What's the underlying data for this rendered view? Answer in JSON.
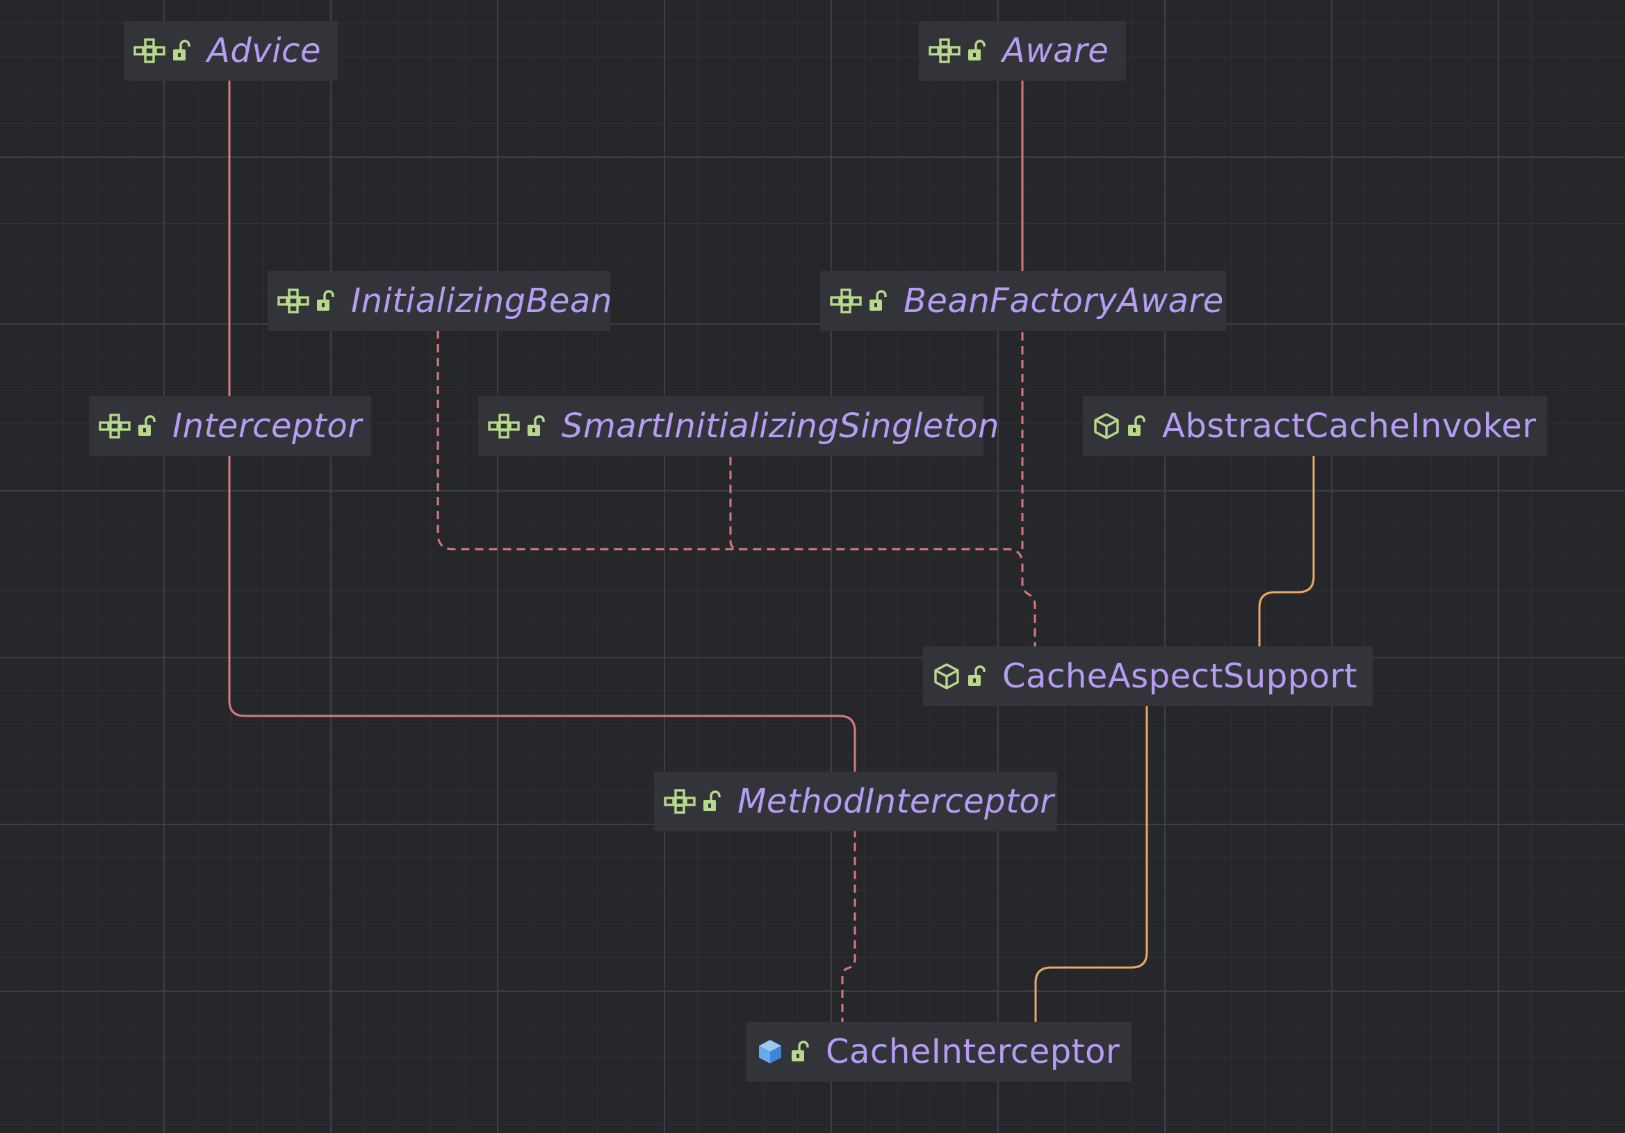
{
  "colors": {
    "background": "#25272b",
    "node_background": "#32343a",
    "label": "#b79cf2",
    "interface_edge": "#d9797d",
    "class_edge": "#e8a869",
    "interface_icon": "#b7d98b",
    "class_icon": "#b7d98b",
    "concrete_class_icon": "#6aa9f0",
    "lock_icon": "#b7d98b"
  },
  "nodes": [
    {
      "id": "advice",
      "label": "Advice",
      "kind": "interface",
      "icon": "interface-icon"
    },
    {
      "id": "aware",
      "label": "Aware",
      "kind": "interface",
      "icon": "interface-icon"
    },
    {
      "id": "initializing-bean",
      "label": "InitializingBean",
      "kind": "interface",
      "icon": "interface-icon"
    },
    {
      "id": "bean-factory-aware",
      "label": "BeanFactoryAware",
      "kind": "interface",
      "icon": "interface-icon"
    },
    {
      "id": "interceptor",
      "label": "Interceptor",
      "kind": "interface",
      "icon": "interface-icon"
    },
    {
      "id": "smart-initializing-singleton",
      "label": "SmartInitializingSingleton",
      "kind": "interface",
      "icon": "interface-icon"
    },
    {
      "id": "abstract-cache-invoker",
      "label": "AbstractCacheInvoker",
      "kind": "abstract-class",
      "icon": "abstract-class-icon"
    },
    {
      "id": "cache-aspect-support",
      "label": "CacheAspectSupport",
      "kind": "abstract-class",
      "icon": "abstract-class-icon"
    },
    {
      "id": "method-interceptor",
      "label": "MethodInterceptor",
      "kind": "interface",
      "icon": "interface-icon"
    },
    {
      "id": "cache-interceptor",
      "label": "CacheInterceptor",
      "kind": "class",
      "icon": "class-icon"
    }
  ],
  "edges": [
    {
      "from": "interceptor",
      "to": "advice",
      "type": "extends-interface"
    },
    {
      "from": "bean-factory-aware",
      "to": "aware",
      "type": "extends-interface"
    },
    {
      "from": "method-interceptor",
      "to": "interceptor",
      "type": "extends-interface"
    },
    {
      "from": "cache-aspect-support",
      "to": "initializing-bean",
      "type": "implements"
    },
    {
      "from": "cache-aspect-support",
      "to": "smart-initializing-singleton",
      "type": "implements"
    },
    {
      "from": "cache-aspect-support",
      "to": "bean-factory-aware",
      "type": "implements"
    },
    {
      "from": "cache-aspect-support",
      "to": "abstract-cache-invoker",
      "type": "extends-class"
    },
    {
      "from": "cache-interceptor",
      "to": "method-interceptor",
      "type": "implements"
    },
    {
      "from": "cache-interceptor",
      "to": "cache-aspect-support",
      "type": "extends-class"
    }
  ]
}
